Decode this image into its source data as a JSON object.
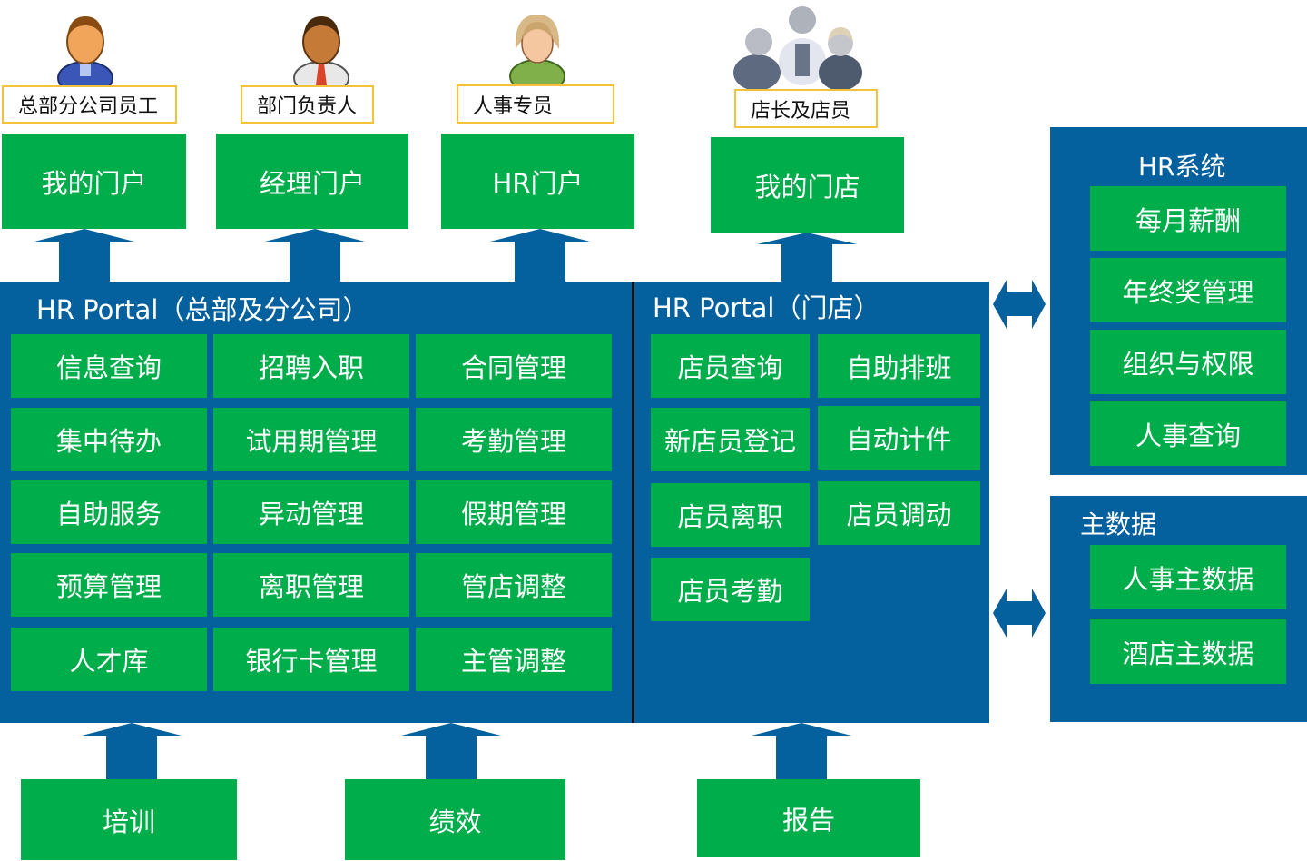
{
  "roles": [
    "总部分公司员工",
    "部门负责人",
    "人事专员",
    "店长及店员"
  ],
  "portals": [
    "我的门户",
    "经理门户",
    "HR门户",
    "我的门店"
  ],
  "hq_portal": {
    "title": "HR Portal（总部及分公司）",
    "items": [
      "信息查询",
      "招聘入职",
      "合同管理",
      "集中待办",
      "试用期管理",
      "考勤管理",
      "自助服务",
      "异动管理",
      "假期管理",
      "预算管理",
      "离职管理",
      "管店调整",
      "人才库",
      "银行卡管理",
      "主管调整"
    ]
  },
  "store_portal": {
    "title": "HR Portal（门店）",
    "items": [
      "店员查询",
      "自助排班",
      "新店员登记",
      "自动计件",
      "店员离职",
      "店员调动",
      "店员考勤"
    ]
  },
  "hr_system": {
    "title": "HR系统",
    "items": [
      "每月薪酬",
      "年终奖管理",
      "组织与权限",
      "人事查询"
    ]
  },
  "master_data": {
    "title": "主数据",
    "items": [
      "人事主数据",
      "酒店主数据"
    ]
  },
  "bottom": [
    "培训",
    "绩效",
    "报告"
  ],
  "colors": {
    "green": "#00ad4b",
    "blue": "#05619e",
    "role_border": "#f3c13a"
  }
}
